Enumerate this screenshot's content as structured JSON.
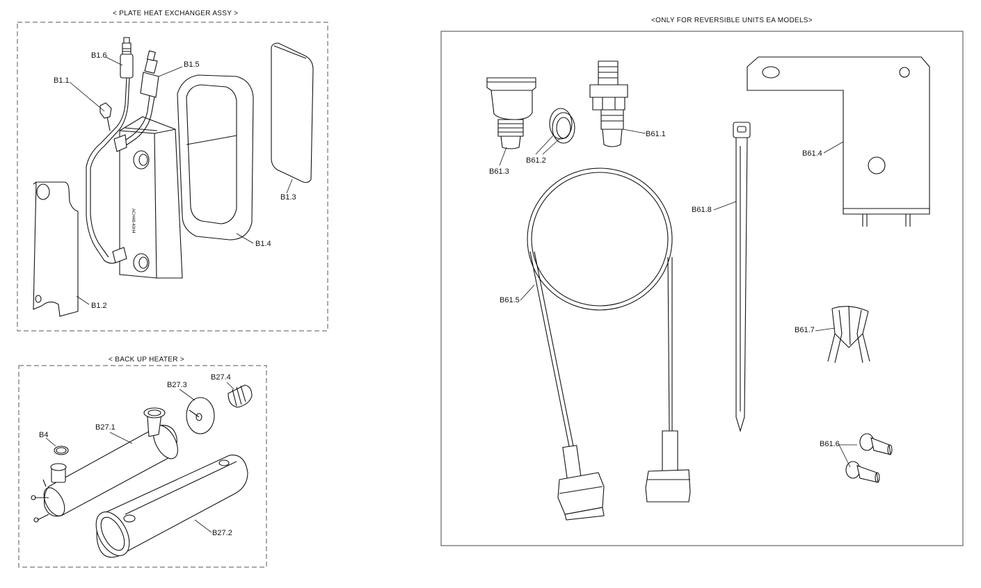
{
  "sections": {
    "plate_heat_exchanger": {
      "title": "< PLATE HEAT EXCHANGER ASSY >"
    },
    "back_up_heater": {
      "title": "< BACK UP HEATER >"
    },
    "reversible_units": {
      "title": "<ONLY FOR REVERSIBLE UNITS EA MODELS>"
    }
  },
  "parts": {
    "b1_1": "B1.1",
    "b1_2": "B1.2",
    "b1_3": "B1.3",
    "b1_4": "B1.4",
    "b1_5": "B1.5",
    "b1_6": "B1.6",
    "b4": "B4",
    "b27_1": "B27.1",
    "b27_2": "B27.2",
    "b27_3": "B27.3",
    "b27_4": "B27.4",
    "b61_1": "B61.1",
    "b61_2": "B61.2",
    "b61_3": "B61.3",
    "b61_4": "B61.4",
    "b61_5": "B61.5",
    "b61_6": "B61.6",
    "b61_7": "B61.7",
    "b61_8": "B61.8"
  }
}
